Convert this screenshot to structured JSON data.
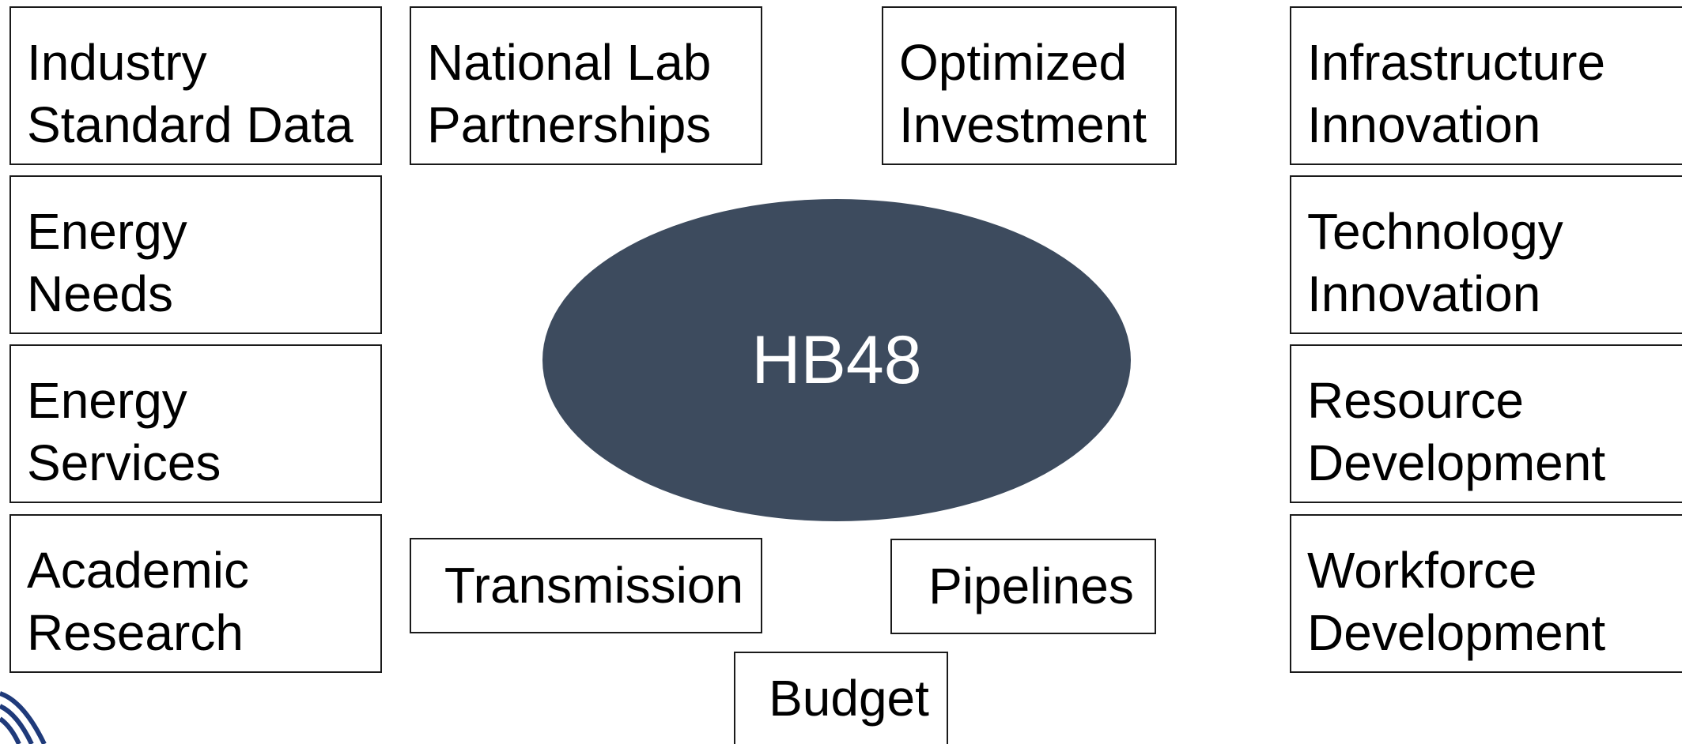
{
  "diagram": {
    "hub": {
      "label": "HB48",
      "fill": "#3d4b5e"
    },
    "left_column": [
      {
        "lines": [
          "Industry",
          "Standard Data"
        ]
      },
      {
        "lines": [
          "Energy",
          "Needs"
        ]
      },
      {
        "lines": [
          "Energy",
          "Services"
        ]
      },
      {
        "lines": [
          "Academic",
          "Research"
        ]
      }
    ],
    "right_column": [
      {
        "lines": [
          "Infrastructure",
          "Innovation"
        ]
      },
      {
        "lines": [
          "Technology",
          "Innovation"
        ]
      },
      {
        "lines": [
          "Resource",
          "Development"
        ]
      },
      {
        "lines": [
          "Workforce",
          "Development"
        ]
      }
    ],
    "top_middle": [
      {
        "lines": [
          "National Lab",
          "Partnerships"
        ]
      },
      {
        "lines": [
          "Optimized",
          "Investment"
        ]
      }
    ],
    "bottom_middle": [
      {
        "label": "Transmission"
      },
      {
        "label": "Pipelines"
      },
      {
        "label": "Budget"
      }
    ]
  }
}
